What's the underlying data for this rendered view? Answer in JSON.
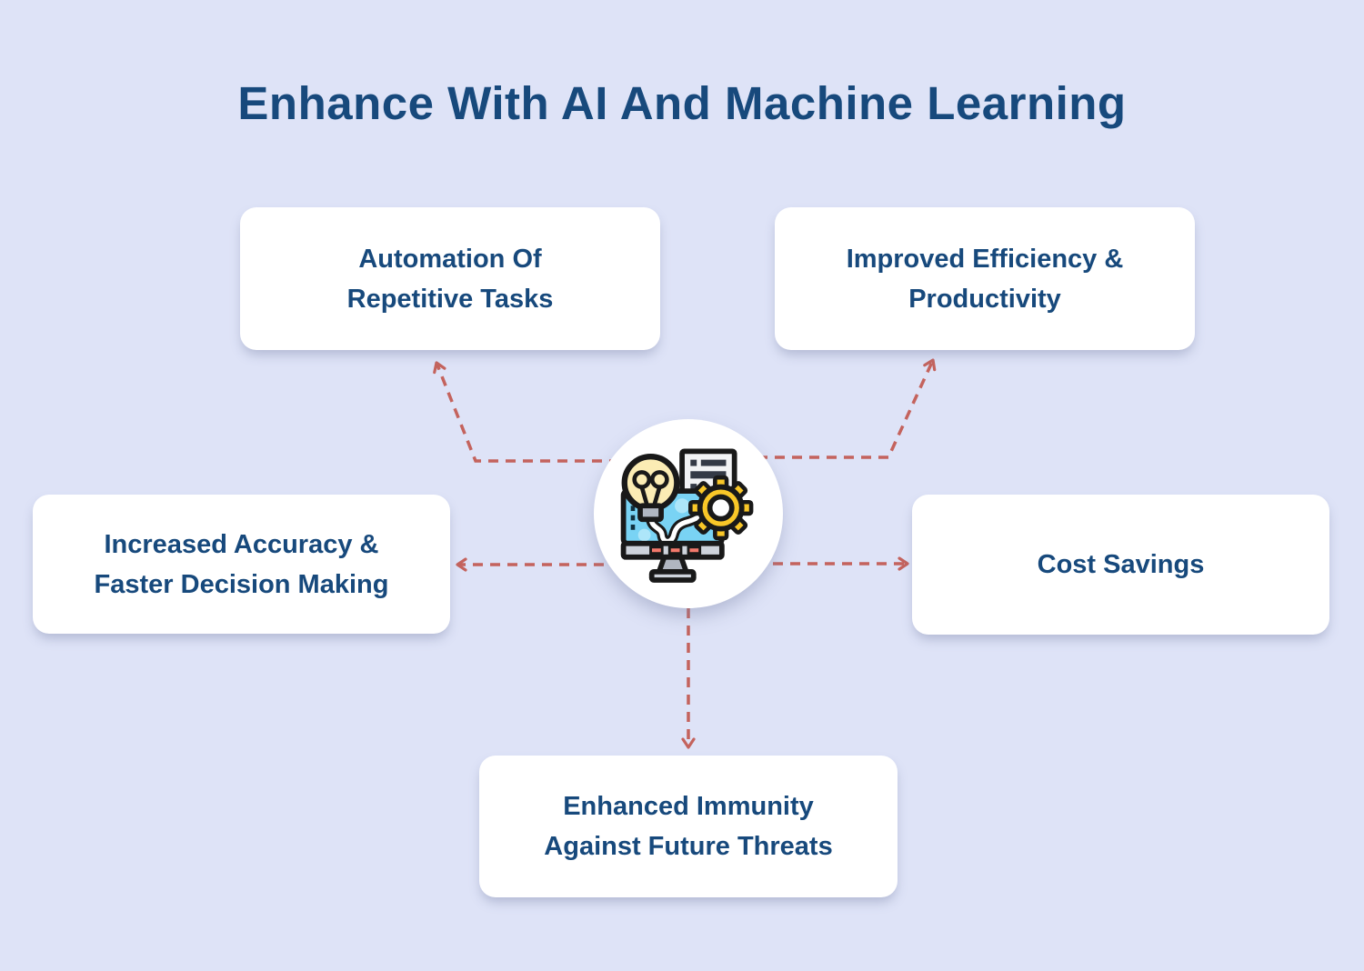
{
  "title": "Enhance With AI And Machine Learning",
  "colors": {
    "background": "#dee3f7",
    "card": "#ffffff",
    "text": "#17497c",
    "arrow": "#c4635d"
  },
  "center": {
    "icon": "monitor-lightbulb-gear-document"
  },
  "icon_palette": {
    "bulb": "#fbecb4",
    "screen": "#79d3f4",
    "screen_light": "#ade6f9",
    "gear": "#f9c728",
    "buttons": "#f3796b",
    "metal": "#b0b6c1",
    "metal_light": "#ced3db",
    "paper": "#f2f3f5",
    "ink": "#343a46",
    "outline": "#191919"
  },
  "nodes": [
    {
      "id": "automation",
      "label": "Automation Of Repetitive Tasks",
      "lines": [
        "Automation Of",
        "Repetitive Tasks"
      ]
    },
    {
      "id": "efficiency",
      "label": "Improved Efficiency & Productivity",
      "lines": [
        "Improved Efficiency &",
        "Productivity"
      ]
    },
    {
      "id": "accuracy",
      "label": "Increased Accuracy & Faster Decision Making",
      "lines": [
        "Increased Accuracy &",
        "Faster Decision Making"
      ]
    },
    {
      "id": "cost-savings",
      "label": "Cost Savings",
      "lines": [
        "Cost Savings"
      ]
    },
    {
      "id": "immunity",
      "label": "Enhanced Immunity Against Future Threats",
      "lines": [
        "Enhanced Immunity",
        "Against Future Threats"
      ]
    }
  ]
}
